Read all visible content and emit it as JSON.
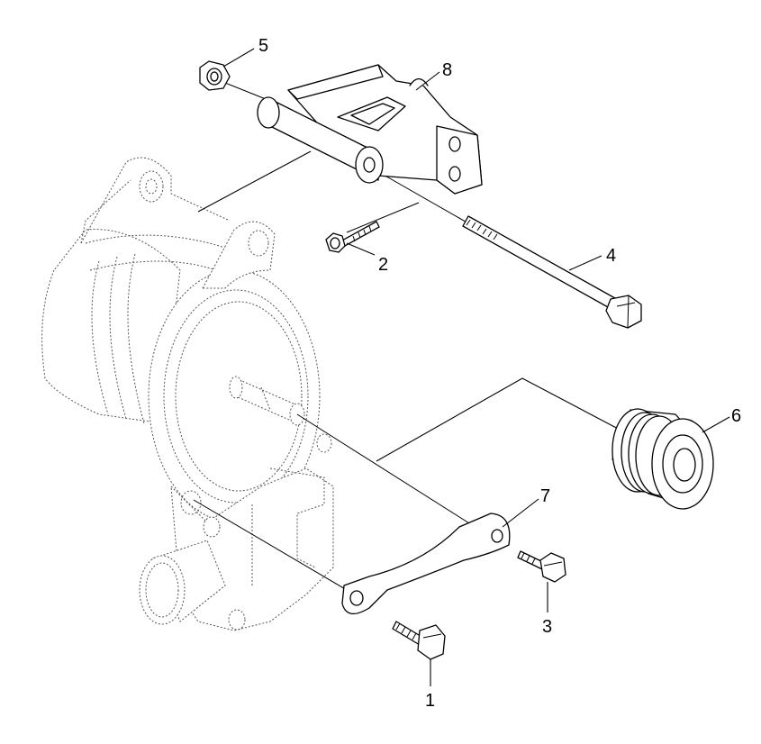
{
  "callouts": {
    "c1": "1",
    "c2": "2",
    "c3": "3",
    "c4": "4",
    "c5": "5",
    "c6": "6",
    "c7": "7",
    "c8": "8"
  },
  "colors": {
    "line": "#000000",
    "ghost": "#555555",
    "background": "#ffffff"
  }
}
